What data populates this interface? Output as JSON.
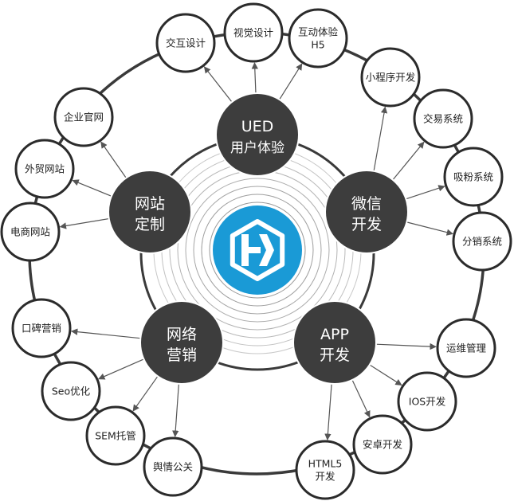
{
  "diagram": {
    "center": {
      "logo": "hexagon-logo",
      "color": "#1a9ad6"
    },
    "hubs": [
      {
        "id": "ued",
        "line1": "UED",
        "line2": "用户体验"
      },
      {
        "id": "wechat",
        "line1": "微信",
        "line2": "开发"
      },
      {
        "id": "app",
        "line1": "APP",
        "line2": "开发"
      },
      {
        "id": "marketing",
        "line1": "网络",
        "line2": "营销"
      },
      {
        "id": "website",
        "line1": "网站",
        "line2": "定制"
      }
    ],
    "nodes": [
      {
        "hub": "ued",
        "lines": [
          "交互设计"
        ]
      },
      {
        "hub": "ued",
        "lines": [
          "视觉设计"
        ]
      },
      {
        "hub": "ued",
        "lines": [
          "互动体验",
          "H5"
        ]
      },
      {
        "hub": "wechat",
        "lines": [
          "小程序开发"
        ]
      },
      {
        "hub": "wechat",
        "lines": [
          "交易系统"
        ]
      },
      {
        "hub": "wechat",
        "lines": [
          "吸粉系统"
        ]
      },
      {
        "hub": "wechat",
        "lines": [
          "分销系统"
        ]
      },
      {
        "hub": "app",
        "lines": [
          "运维管理"
        ]
      },
      {
        "hub": "app",
        "lines": [
          "IOS开发"
        ]
      },
      {
        "hub": "app",
        "lines": [
          "安卓开发"
        ]
      },
      {
        "hub": "app",
        "lines": [
          "HTML5",
          "开发"
        ]
      },
      {
        "hub": "marketing",
        "lines": [
          "舆情公关"
        ]
      },
      {
        "hub": "marketing",
        "lines": [
          "SEM托管"
        ]
      },
      {
        "hub": "marketing",
        "lines": [
          "Seo优化"
        ]
      },
      {
        "hub": "marketing",
        "lines": [
          "口碑营销"
        ]
      },
      {
        "hub": "website",
        "lines": [
          "电商网站"
        ]
      },
      {
        "hub": "website",
        "lines": [
          "外贸网站"
        ]
      },
      {
        "hub": "website",
        "lines": [
          "企业官网"
        ]
      }
    ],
    "colors": {
      "hub": "#3d3d3d",
      "line": "#555555",
      "node_border": "#2b2b2b",
      "ring": "#3a3a3a"
    }
  }
}
